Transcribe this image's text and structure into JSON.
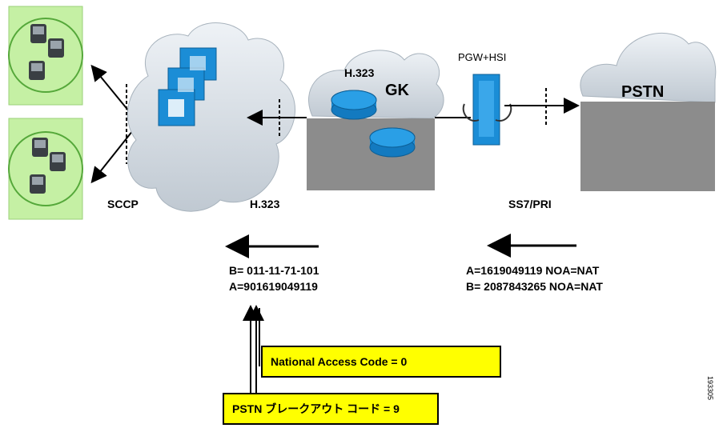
{
  "labels": {
    "sccp": "SCCP",
    "h323_left": "H.323",
    "ss7_pri": "SS7/PRI",
    "gk_protocol": "H.323",
    "gk": "GK",
    "pgw": "PGW+HSI",
    "pstn": "PSTN"
  },
  "left_numbers": {
    "b": "B= 011-11-71-101",
    "a": "A=901619049119"
  },
  "right_numbers": {
    "a": "A=1619049119 NOA=NAT",
    "b": "B= 2087843265 NOA=NAT"
  },
  "callouts": {
    "national_access": "National Access Code = 0",
    "pstn_breakout": "PSTN ブレークアウト コード = 9"
  },
  "figure_id": "193305",
  "colors": {
    "phone_circle_bg": "#c5f0a4",
    "phone_circle_border": "#55a83a",
    "cloud": "#cfd7df",
    "gray_box": "#8c8c8c",
    "device_blue": "#1b8dd6",
    "callout": "#ffff00"
  }
}
